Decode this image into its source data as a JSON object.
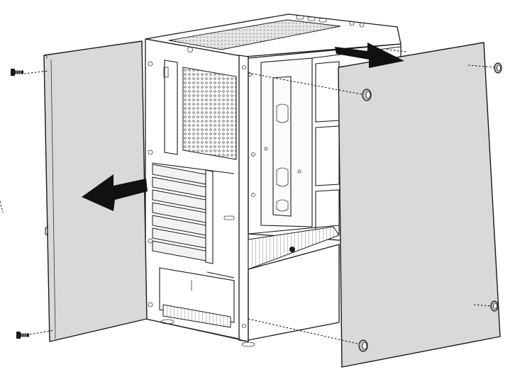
{
  "diagram": {
    "subject": "pc-case-side-panel-removal",
    "labels": [],
    "arrows": [
      {
        "name": "left-panel-removal-arrow",
        "direction": "left"
      },
      {
        "name": "right-panel-removal-arrow",
        "direction": "right"
      }
    ],
    "colors": {
      "panel_fill": "#d9d9d9",
      "line": "#1a1a1a",
      "background": "#ffffff"
    }
  }
}
